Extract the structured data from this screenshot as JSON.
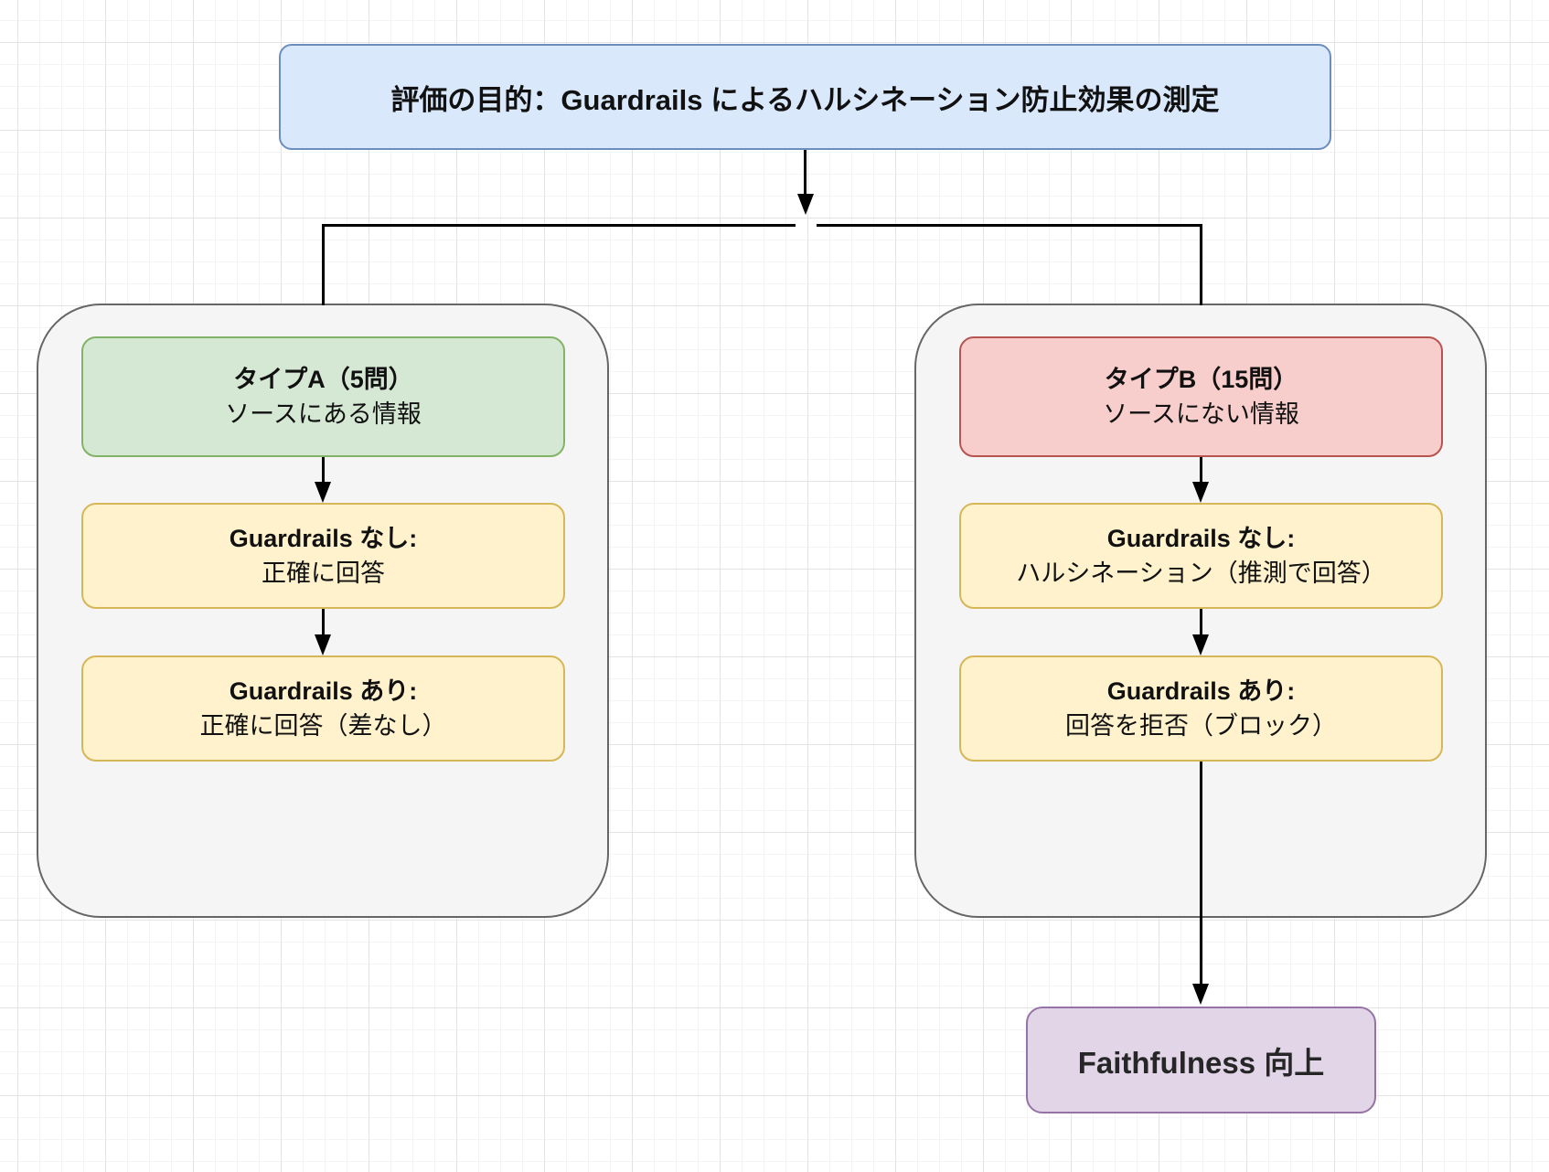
{
  "diagram": {
    "title": "評価の目的：Guardrails によるハルシネーション防止効果の測定",
    "left_branch": {
      "header": {
        "line1": "タイプA（5問）",
        "line2": "ソースにある情報"
      },
      "step1": {
        "line1": "Guardrails なし:",
        "line2": "正確に回答"
      },
      "step2": {
        "line1": "Guardrails あり:",
        "line2": "正確に回答（差なし）"
      }
    },
    "right_branch": {
      "header": {
        "line1": "タイプB（15問）",
        "line2": "ソースにない情報"
      },
      "step1": {
        "line1": "Guardrails なし:",
        "line2": "ハルシネーション（推測で回答）"
      },
      "step2": {
        "line1": "Guardrails あり:",
        "line2": "回答を拒否（ブロック）"
      }
    },
    "result": "Faithfulness 向上",
    "colors": {
      "title_fill": "#dae8fc",
      "title_border": "#6c8ebf",
      "type_a_fill": "#d5e8d4",
      "type_a_border": "#82b366",
      "type_b_fill": "#f8cecc",
      "type_b_border": "#b85450",
      "step_fill": "#fff2cc",
      "step_border": "#d6b656",
      "container_fill": "#f5f5f5",
      "container_border": "#666666",
      "result_fill": "#e1d5e7",
      "result_border": "#9673a6",
      "connector": "#000000"
    }
  }
}
